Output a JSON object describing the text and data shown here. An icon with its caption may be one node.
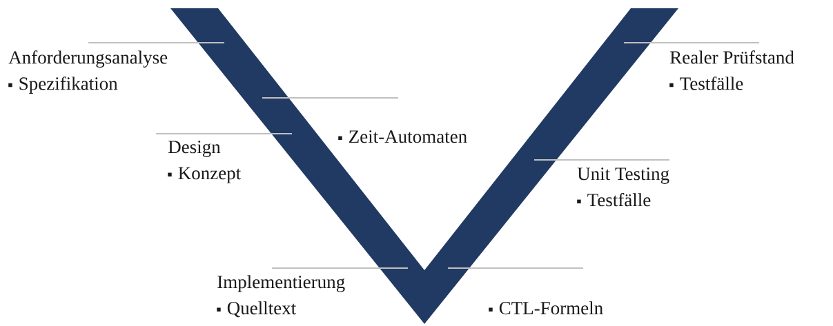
{
  "diagram": {
    "nodes": [
      {
        "text": [
          "Anforderungsanalyse",
          "Spezifikation"
        ]
      },
      {
        "text": [
          "Zeit-Automaten"
        ]
      },
      {
        "text": [
          "Design",
          "Konzept"
        ]
      },
      {
        "text": [
          "Implementierung",
          "Quelltext"
        ]
      },
      {
        "text": [
          "CTL-Formeln"
        ]
      },
      {
        "text": [
          "Unit Testing",
          "Testfälle"
        ]
      },
      {
        "text": [
          "Realer Prüfstand",
          "Testfälle"
        ]
      }
    ],
    "edges": [
      {
        "from": 0,
        "to": null,
        "arrow": "none"
      },
      {
        "from": 1,
        "to": null,
        "arrow": "none"
      },
      {
        "from": 2,
        "to": null,
        "arrow": "none"
      },
      {
        "from": 3,
        "to": null,
        "arrow": "none"
      },
      {
        "from": 4,
        "to": null,
        "arrow": "none"
      },
      {
        "from": 5,
        "to": null,
        "arrow": "none"
      },
      {
        "from": 6,
        "to": null,
        "arrow": "none"
      }
    ]
  }
}
